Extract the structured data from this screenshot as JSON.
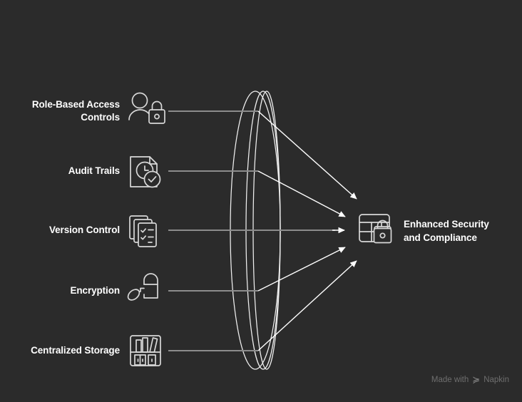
{
  "diagram": {
    "title_semantic": "converging-funnel-diagram",
    "background_color": "#2b2b2b",
    "line_color_connector": "#8c8c8c",
    "line_color_arrow": "#ffffff",
    "icon_stroke_color": "#d8d8d8",
    "text_color": "#ffffff",
    "watermark_color": "#6e6e6e",
    "sources": [
      {
        "id": "role-based-access-controls",
        "label": "Role-Based Access\nControls",
        "icon": "user-lock-icon"
      },
      {
        "id": "audit-trails",
        "label": "Audit Trails",
        "icon": "document-clock-check-icon"
      },
      {
        "id": "version-control",
        "label": "Version Control",
        "icon": "stacked-documents-checklist-icon"
      },
      {
        "id": "encryption",
        "label": "Encryption",
        "icon": "padlock-key-icon"
      },
      {
        "id": "centralized-storage",
        "label": "Centralized Storage",
        "icon": "bookshelf-icon"
      }
    ],
    "target": {
      "id": "enhanced-security-and-compliance",
      "label": "Enhanced Security\nand Compliance",
      "icon": "table-lock-icon"
    }
  },
  "watermark": {
    "prefix": "Made with",
    "brand": "Napkin",
    "mark_glyph": "≽"
  }
}
